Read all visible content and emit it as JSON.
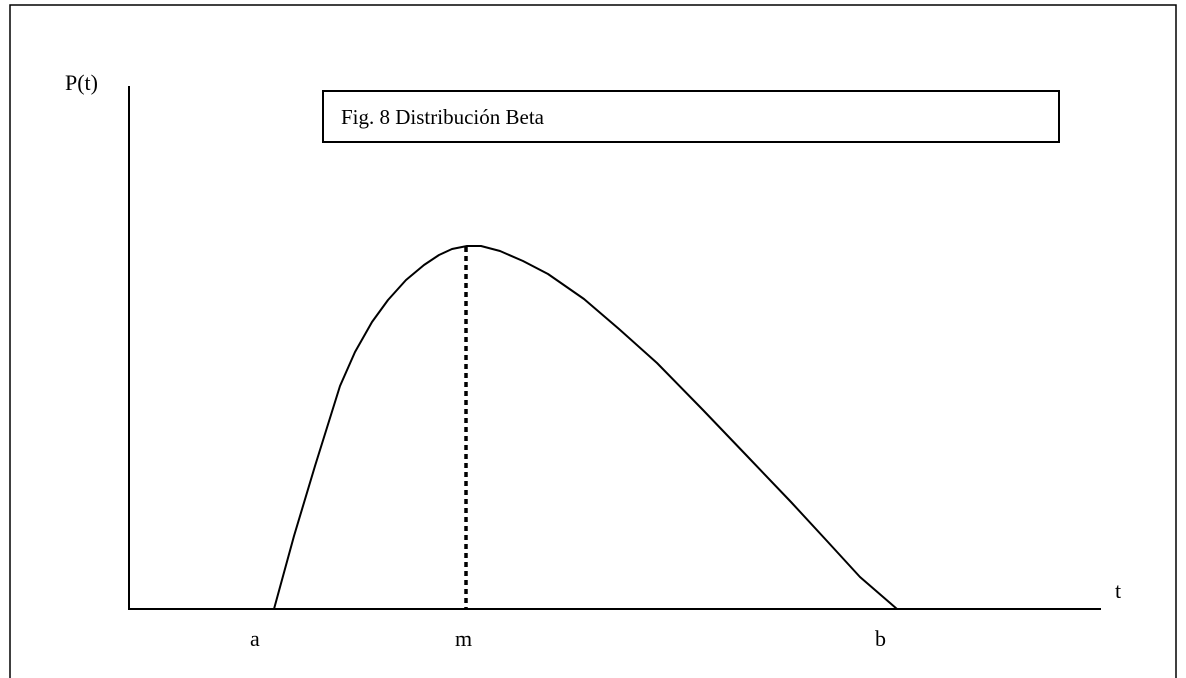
{
  "figure": {
    "caption": "Fig. 8 Distribución Beta",
    "y_axis_label": "P(t)",
    "x_axis_label": "t",
    "point_labels": {
      "a": "a",
      "m": "m",
      "b": "b"
    }
  },
  "style": {
    "ink": "#000000",
    "background": "#ffffff"
  }
}
